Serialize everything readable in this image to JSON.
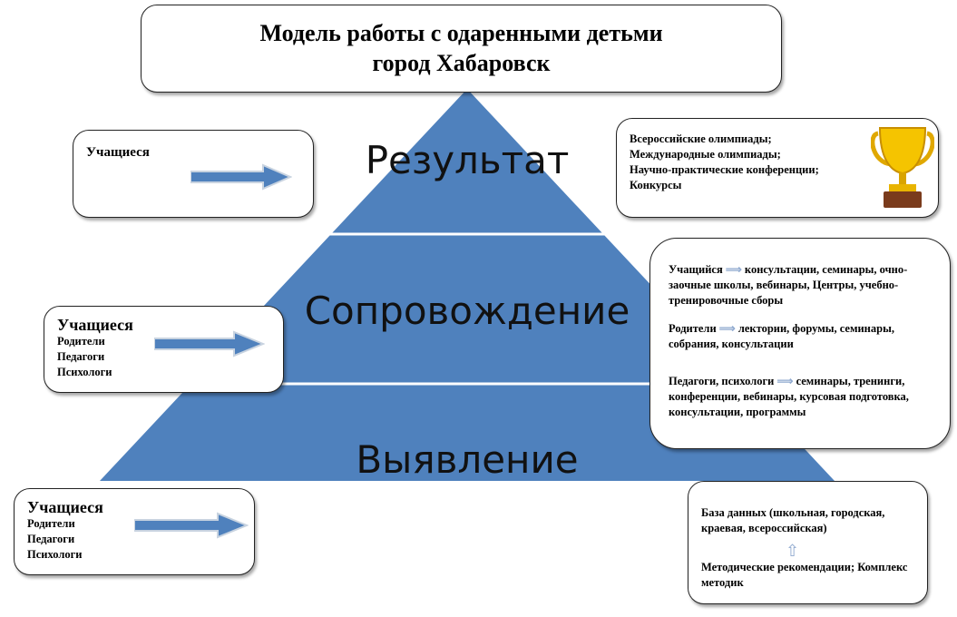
{
  "title": {
    "line1": "Модель работы с одаренными детьми",
    "line2": "город Хабаровск"
  },
  "levels": [
    "Результат",
    "Сопровождение",
    "Выявление"
  ],
  "left_boxes": [
    {
      "main": "Учащиеся",
      "others": []
    },
    {
      "main": "Учащиеся",
      "others": [
        "Родители",
        "Педагоги",
        "Психологи"
      ]
    },
    {
      "main": "Учащиеся",
      "others": [
        "Родители",
        "Педагоги",
        "Психологи"
      ]
    }
  ],
  "result_box": {
    "lines": [
      "Всероссийские олимпиады;",
      "Международные олимпиады;",
      "Научно-практические конференции;",
      "Конкурсы"
    ],
    "icon": "trophy-icon"
  },
  "support_box": {
    "items": [
      {
        "who": "Учащийся",
        "what": "консультации, семинары, очно-заочные школы, вебинары, Центры, учебно-тренировочные сборы"
      },
      {
        "who": "Родители",
        "what": "лектории, форумы, семинары, собрания, консультации"
      },
      {
        "who": "Педагоги, психологи",
        "what": "семинары, тренинги, конференции, вебинары, курсовая подготовка, консультации, программы"
      }
    ]
  },
  "detect_box": {
    "top": "База данных (школьная, городская, краевая, всероссийская)",
    "bottom": "Методические рекомендации; Комплекс методик"
  },
  "colors": {
    "pyramid": "#4f81bd",
    "arrow": "#4f81bd"
  }
}
